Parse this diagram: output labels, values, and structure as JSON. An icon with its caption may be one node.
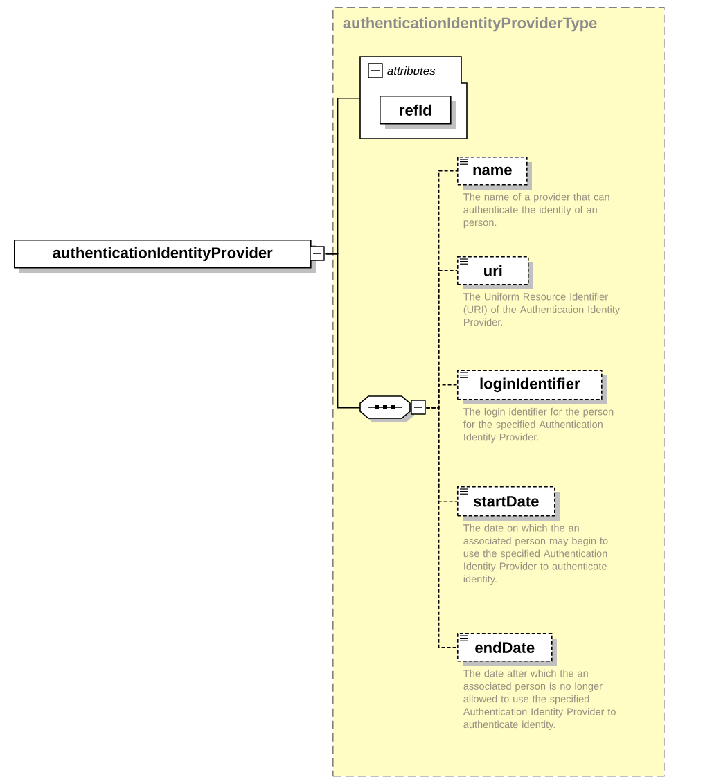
{
  "diagram": {
    "nodes": [
      {
        "text": [
          "authenticationIdentityProvider"
        ]
      },
      {
        "text": [
          "authenticationIdentityProviderType"
        ]
      },
      {
        "text": [
          "attributes"
        ],
        "in": 1
      },
      {
        "text": [
          "refId"
        ],
        "in": 2
      },
      {
        "text": [],
        "shape": "octagon",
        "in": 1
      },
      {
        "text": [
          "name"
        ],
        "beside": [
          "The name of a provider that can authenticate the identity of an person."
        ],
        "in": 1
      },
      {
        "text": [
          "uri"
        ],
        "beside": [
          "The Uniform Resource Identifier (URI) of the Authentication Identity Provider."
        ],
        "in": 1
      },
      {
        "text": [
          "loginIdentifier"
        ],
        "beside": [
          "The login identifier for the person for the specified Authentication Identity Provider."
        ],
        "in": 1
      },
      {
        "text": [
          "startDate"
        ],
        "beside": [
          "The date on which the an associated person may begin to use the specified Authentication Identity Provider to authenticate identity."
        ],
        "in": 1
      },
      {
        "text": [
          "endDate"
        ],
        "beside": [
          "The date after which the an associated person is no longer allowed to use the specified Authentication Identity Provider to authenticate identity."
        ],
        "in": 1
      }
    ],
    "edges": [
      {
        "from": 0,
        "to": 2,
        "arrow": "none"
      },
      {
        "from": 0,
        "to": 4,
        "arrow": "none"
      },
      {
        "from": 4,
        "to": 5,
        "arrow": "none",
        "style": "dashed"
      },
      {
        "from": 4,
        "to": 6,
        "arrow": "none",
        "style": "dashed"
      },
      {
        "from": 4,
        "to": 7,
        "arrow": "none",
        "style": "dashed"
      },
      {
        "from": 4,
        "to": 8,
        "arrow": "none",
        "style": "dashed"
      },
      {
        "from": 4,
        "to": 9,
        "arrow": "none",
        "style": "dashed"
      }
    ]
  }
}
